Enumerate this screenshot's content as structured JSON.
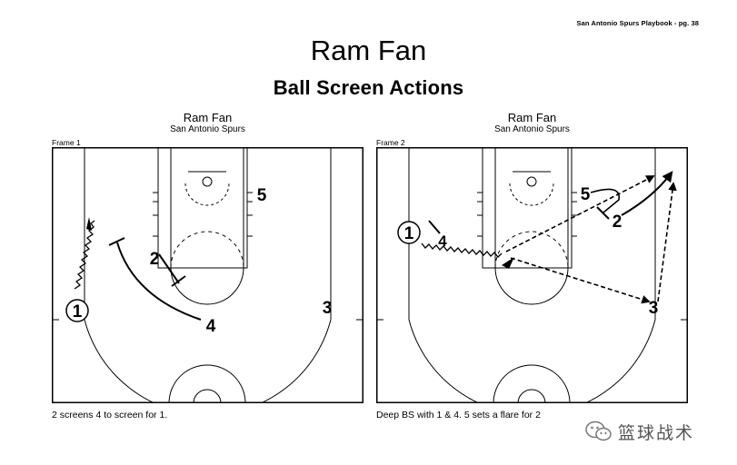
{
  "header_note": "San Antonio Spurs Playbook - pg. 38",
  "title": "Ram Fan",
  "subtitle": "Ball Screen Actions",
  "frames": [
    {
      "label": "Frame 1",
      "play_name": "Ram Fan",
      "team": "San Antonio Spurs",
      "caption": "2 screens 4 to screen for 1.",
      "players": [
        "1",
        "2",
        "3",
        "4",
        "5"
      ]
    },
    {
      "label": "Frame 2",
      "play_name": "Ram Fan",
      "team": "San Antonio Spurs",
      "caption": "Deep BS with 1 & 4. 5 sets a flare for 2",
      "players": [
        "1",
        "2",
        "3",
        "4",
        "5"
      ]
    }
  ],
  "watermark": {
    "text": "篮球战术",
    "icon": "wechat-icon"
  }
}
